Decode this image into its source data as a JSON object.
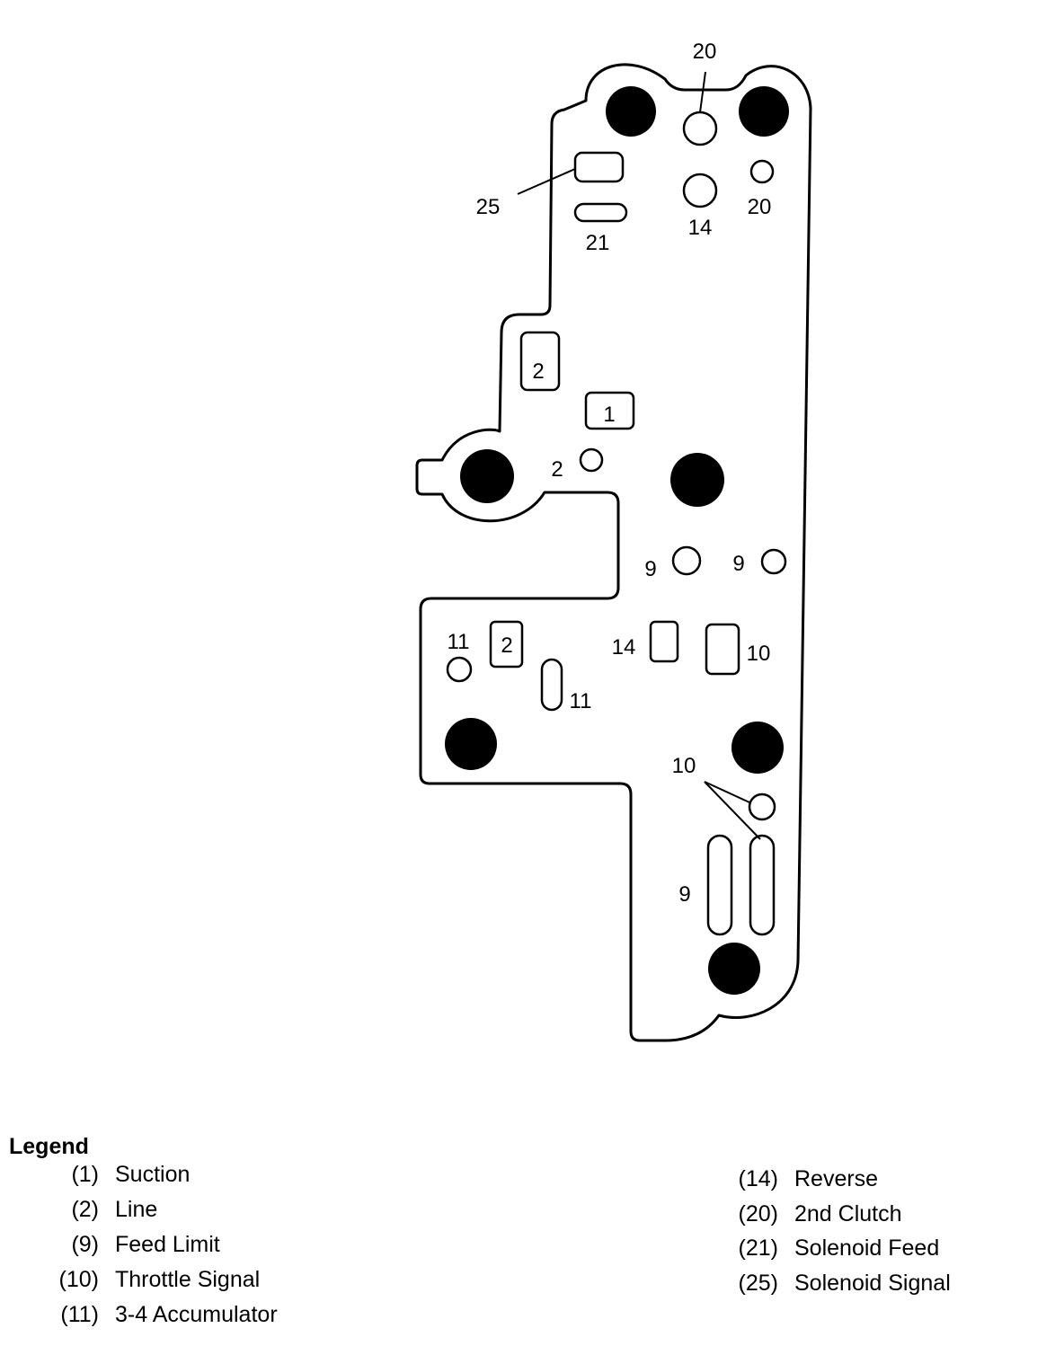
{
  "diagram": {
    "port_labels": {
      "l20_top": "20",
      "l25": "25",
      "l21": "21",
      "l14_top": "14",
      "l20_right": "20",
      "l2_box_upper": "2",
      "l1_box": "1",
      "l2_small": "2",
      "l9_left": "9",
      "l9_right": "9",
      "l11_left": "11",
      "l2_box_lower": "2",
      "l14_mid": "14",
      "l10_mid": "10",
      "l11_slot": "11",
      "l10_bottom": "10",
      "l9_bottom": "9"
    }
  },
  "legend": {
    "title": "Legend",
    "left": [
      {
        "code": "(1)",
        "name": "Suction"
      },
      {
        "code": "(2)",
        "name": "Line"
      },
      {
        "code": "(9)",
        "name": "Feed Limit"
      },
      {
        "code": "(10)",
        "name": "Throttle Signal"
      },
      {
        "code": "(11)",
        "name": "3-4 Accumulator"
      }
    ],
    "right": [
      {
        "code": "(14)",
        "name": "Reverse"
      },
      {
        "code": "(20)",
        "name": "2nd Clutch"
      },
      {
        "code": "(21)",
        "name": "Solenoid Feed"
      },
      {
        "code": "(25)",
        "name": "Solenoid Signal"
      }
    ]
  }
}
